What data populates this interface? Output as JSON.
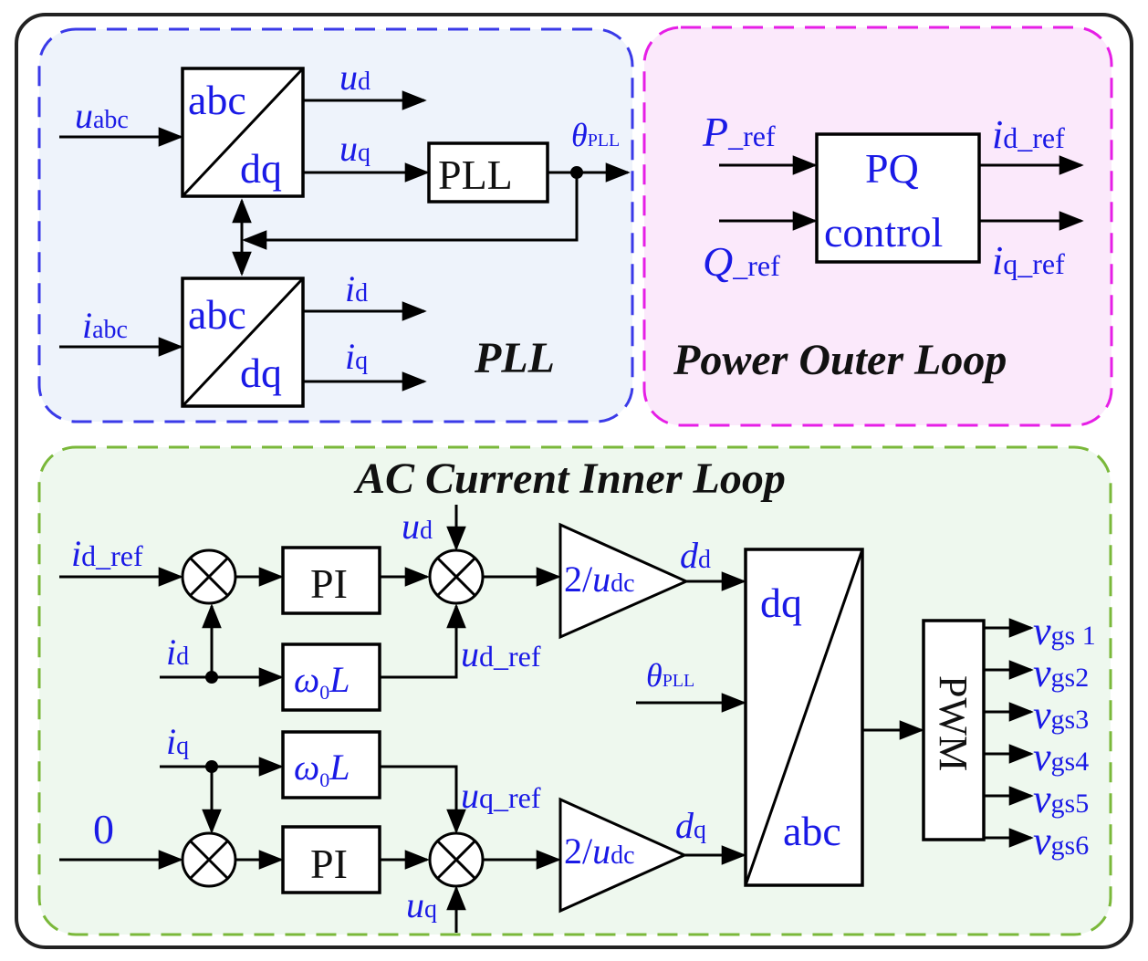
{
  "panels": {
    "pll": {
      "title": "PLL"
    },
    "power": {
      "title": "Power Outer Loop"
    },
    "inner": {
      "title": "AC Current Inner Loop"
    }
  },
  "pll": {
    "block1_top": "abc",
    "block1_bot": "dq",
    "block2_top": "abc",
    "block2_bot": "dq",
    "pll_block": "PLL",
    "in_u": "u",
    "in_u_sub": "abc",
    "in_i": "i",
    "in_i_sub": "abc",
    "out_ud": "u",
    "out_ud_sub": "d",
    "out_uq": "u",
    "out_uq_sub": "q",
    "out_id": "i",
    "out_id_sub": "d",
    "out_iq": "i",
    "out_iq_sub": "q",
    "theta": "θ",
    "theta_sub": "PLL"
  },
  "power": {
    "block_line1": "PQ",
    "block_line2": "control",
    "p_ref": "P",
    "p_ref_sub": "_ref",
    "q_ref": "Q",
    "q_ref_sub": "_ref",
    "id_ref": "i",
    "id_ref_sub": "d_ref",
    "iq_ref": "i",
    "iq_ref_sub": "q_ref"
  },
  "inner": {
    "id_ref": "i",
    "id_ref_sub": "d_ref",
    "id": "i",
    "id_sub": "d",
    "iq": "i",
    "iq_sub": "q",
    "zero": "0",
    "pi1": "PI",
    "pi2": "PI",
    "wl1_w": "ω",
    "wl1_0": "0",
    "wl1_L": "L",
    "wl2_w": "ω",
    "wl2_0": "0",
    "wl2_L": "L",
    "ud_top": "u",
    "ud_top_sub": "d",
    "uq_bot": "u",
    "uq_bot_sub": "q",
    "ud_ref": "u",
    "ud_ref_sub": "d_ref",
    "uq_ref": "u",
    "uq_ref_sub": "q_ref",
    "gain1_a": "2/",
    "gain1_u": "u",
    "gain1_sub": "dc",
    "gain2_a": "2/",
    "gain2_u": "u",
    "gain2_sub": "dc",
    "dd": "d",
    "dd_sub": "d",
    "dq_out": "d",
    "dq_out_sub": "q",
    "theta": "θ",
    "theta_sub": "PLL",
    "conv_top": "dq",
    "conv_bot": "abc",
    "pwm": "PWM",
    "v": "v",
    "vgs": [
      "gs 1",
      "gs2",
      "gs3",
      "gs4",
      "gs5",
      "gs6"
    ]
  },
  "colors": {
    "pll_border": "#3a3ae8",
    "pll_fill": "#eef3fb",
    "power_border": "#e61ee6",
    "power_fill": "#fbe9fb",
    "inner_border": "#7ab83a",
    "inner_fill": "#eef8ee",
    "text_blue": "#1a1ae6"
  }
}
